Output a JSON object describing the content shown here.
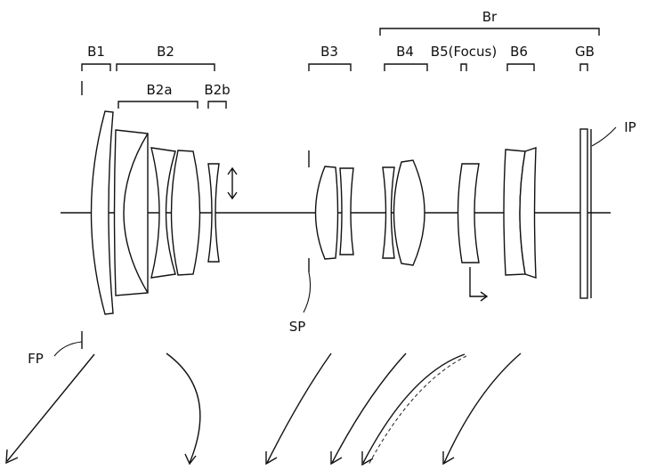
{
  "labels": {
    "br": "Br",
    "b1": "B1",
    "b2": "B2",
    "b2a": "B2a",
    "b2b": "B2b",
    "b3": "B3",
    "b4": "B4",
    "b5": "B5(Focus)",
    "b6": "B6",
    "gb": "GB",
    "ip": "IP",
    "sp": "SP",
    "fp": "FP"
  },
  "colors": {
    "ink": "#111111",
    "background": "#ffffff"
  }
}
